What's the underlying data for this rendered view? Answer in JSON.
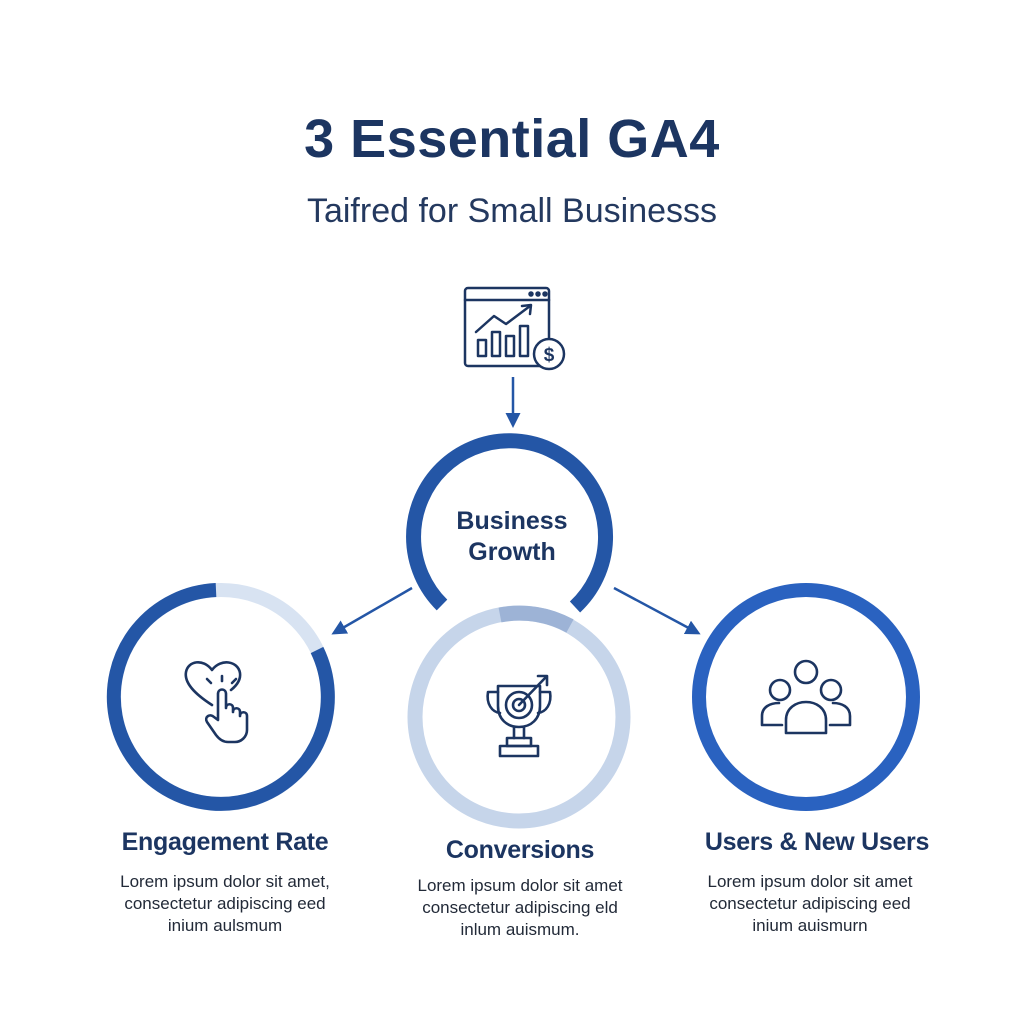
{
  "header": {
    "title": "3 Essential GA4",
    "subtitle": "Taifred for Small Businesss"
  },
  "center": {
    "line1": "Business",
    "line2": "Growth",
    "icon": "analytics-dollar-icon"
  },
  "metrics": [
    {
      "title": "Engagement Rate",
      "icon": "heart-tap-icon",
      "desc": [
        "Lorem ipsum dolor sit amet,",
        "consectetur adipiscing eed",
        "inium aulsmum"
      ]
    },
    {
      "title": "Conversions",
      "icon": "trophy-target-icon",
      "desc": [
        "Lorem ipsum dolor sit amet",
        "consectetur adipiscing eld",
        "inlum auismum."
      ]
    },
    {
      "title": "Users & New Users",
      "icon": "users-group-icon",
      "desc": [
        "Lorem ipsum dolor sit amet",
        "consectetur adipiscing eed",
        "inium auismurn"
      ]
    }
  ],
  "colors": {
    "dark_blue": "#1c3561",
    "ring_blue": "#2456a6",
    "ring_light": "#c6d5ea",
    "bright_blue": "#2a62c0"
  }
}
